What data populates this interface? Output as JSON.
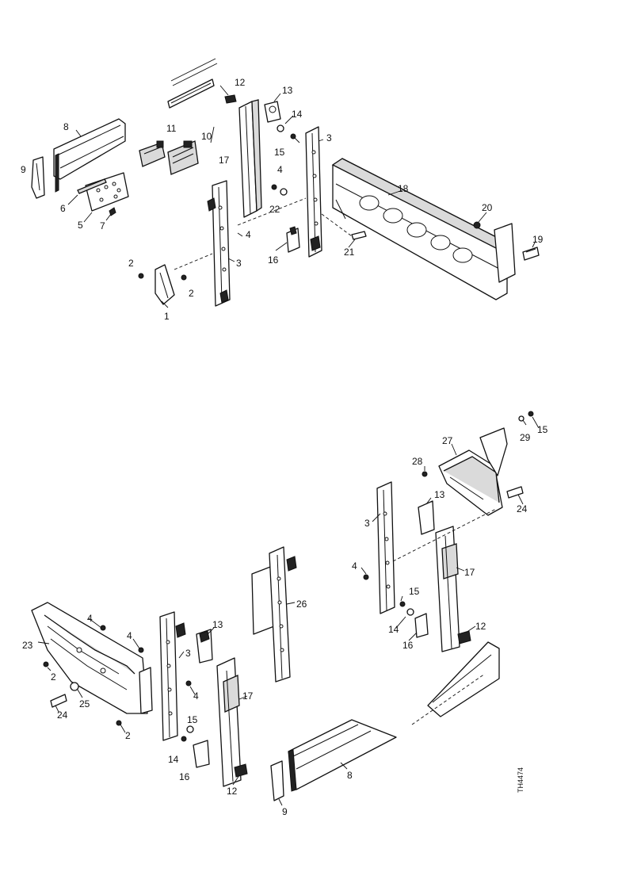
{
  "drawing": {
    "figure_id": "TH4474",
    "top_view": {
      "callouts": [
        {
          "id": "t1",
          "text": "1"
        },
        {
          "id": "t2a",
          "text": "2"
        },
        {
          "id": "t2b",
          "text": "2"
        },
        {
          "id": "t3a",
          "text": "3"
        },
        {
          "id": "t3b",
          "text": "3"
        },
        {
          "id": "t4a",
          "text": "4"
        },
        {
          "id": "t4b",
          "text": "4"
        },
        {
          "id": "t5",
          "text": "5"
        },
        {
          "id": "t6",
          "text": "6"
        },
        {
          "id": "t7",
          "text": "7"
        },
        {
          "id": "t8",
          "text": "8"
        },
        {
          "id": "t9",
          "text": "9"
        },
        {
          "id": "t10",
          "text": "10"
        },
        {
          "id": "t11",
          "text": "11"
        },
        {
          "id": "t12",
          "text": "12"
        },
        {
          "id": "t13",
          "text": "13"
        },
        {
          "id": "t14",
          "text": "14"
        },
        {
          "id": "t15",
          "text": "15"
        },
        {
          "id": "t16",
          "text": "16"
        },
        {
          "id": "t17",
          "text": "17"
        },
        {
          "id": "t18",
          "text": "18"
        },
        {
          "id": "t19",
          "text": "19"
        },
        {
          "id": "t20",
          "text": "20"
        },
        {
          "id": "t21",
          "text": "21"
        },
        {
          "id": "t22",
          "text": "22"
        }
      ]
    },
    "bottom_view": {
      "callouts": [
        {
          "id": "b2a",
          "text": "2"
        },
        {
          "id": "b2b",
          "text": "2"
        },
        {
          "id": "b3a",
          "text": "3"
        },
        {
          "id": "b3b",
          "text": "3"
        },
        {
          "id": "b4a",
          "text": "4"
        },
        {
          "id": "b4b",
          "text": "4"
        },
        {
          "id": "b4c",
          "text": "4"
        },
        {
          "id": "b4d",
          "text": "4"
        },
        {
          "id": "b8",
          "text": "8"
        },
        {
          "id": "b9",
          "text": "9"
        },
        {
          "id": "b12a",
          "text": "12"
        },
        {
          "id": "b12b",
          "text": "12"
        },
        {
          "id": "b13a",
          "text": "13"
        },
        {
          "id": "b13b",
          "text": "13"
        },
        {
          "id": "b14a",
          "text": "14"
        },
        {
          "id": "b14b",
          "text": "14"
        },
        {
          "id": "b15a",
          "text": "15"
        },
        {
          "id": "b15b",
          "text": "15"
        },
        {
          "id": "b15c",
          "text": "15"
        },
        {
          "id": "b16a",
          "text": "16"
        },
        {
          "id": "b16b",
          "text": "16"
        },
        {
          "id": "b17a",
          "text": "17"
        },
        {
          "id": "b17b",
          "text": "17"
        },
        {
          "id": "b23",
          "text": "23"
        },
        {
          "id": "b24a",
          "text": "24"
        },
        {
          "id": "b24b",
          "text": "24"
        },
        {
          "id": "b25",
          "text": "25"
        },
        {
          "id": "b26",
          "text": "26"
        },
        {
          "id": "b27",
          "text": "27"
        },
        {
          "id": "b28",
          "text": "28"
        },
        {
          "id": "b29",
          "text": "29"
        }
      ]
    }
  }
}
